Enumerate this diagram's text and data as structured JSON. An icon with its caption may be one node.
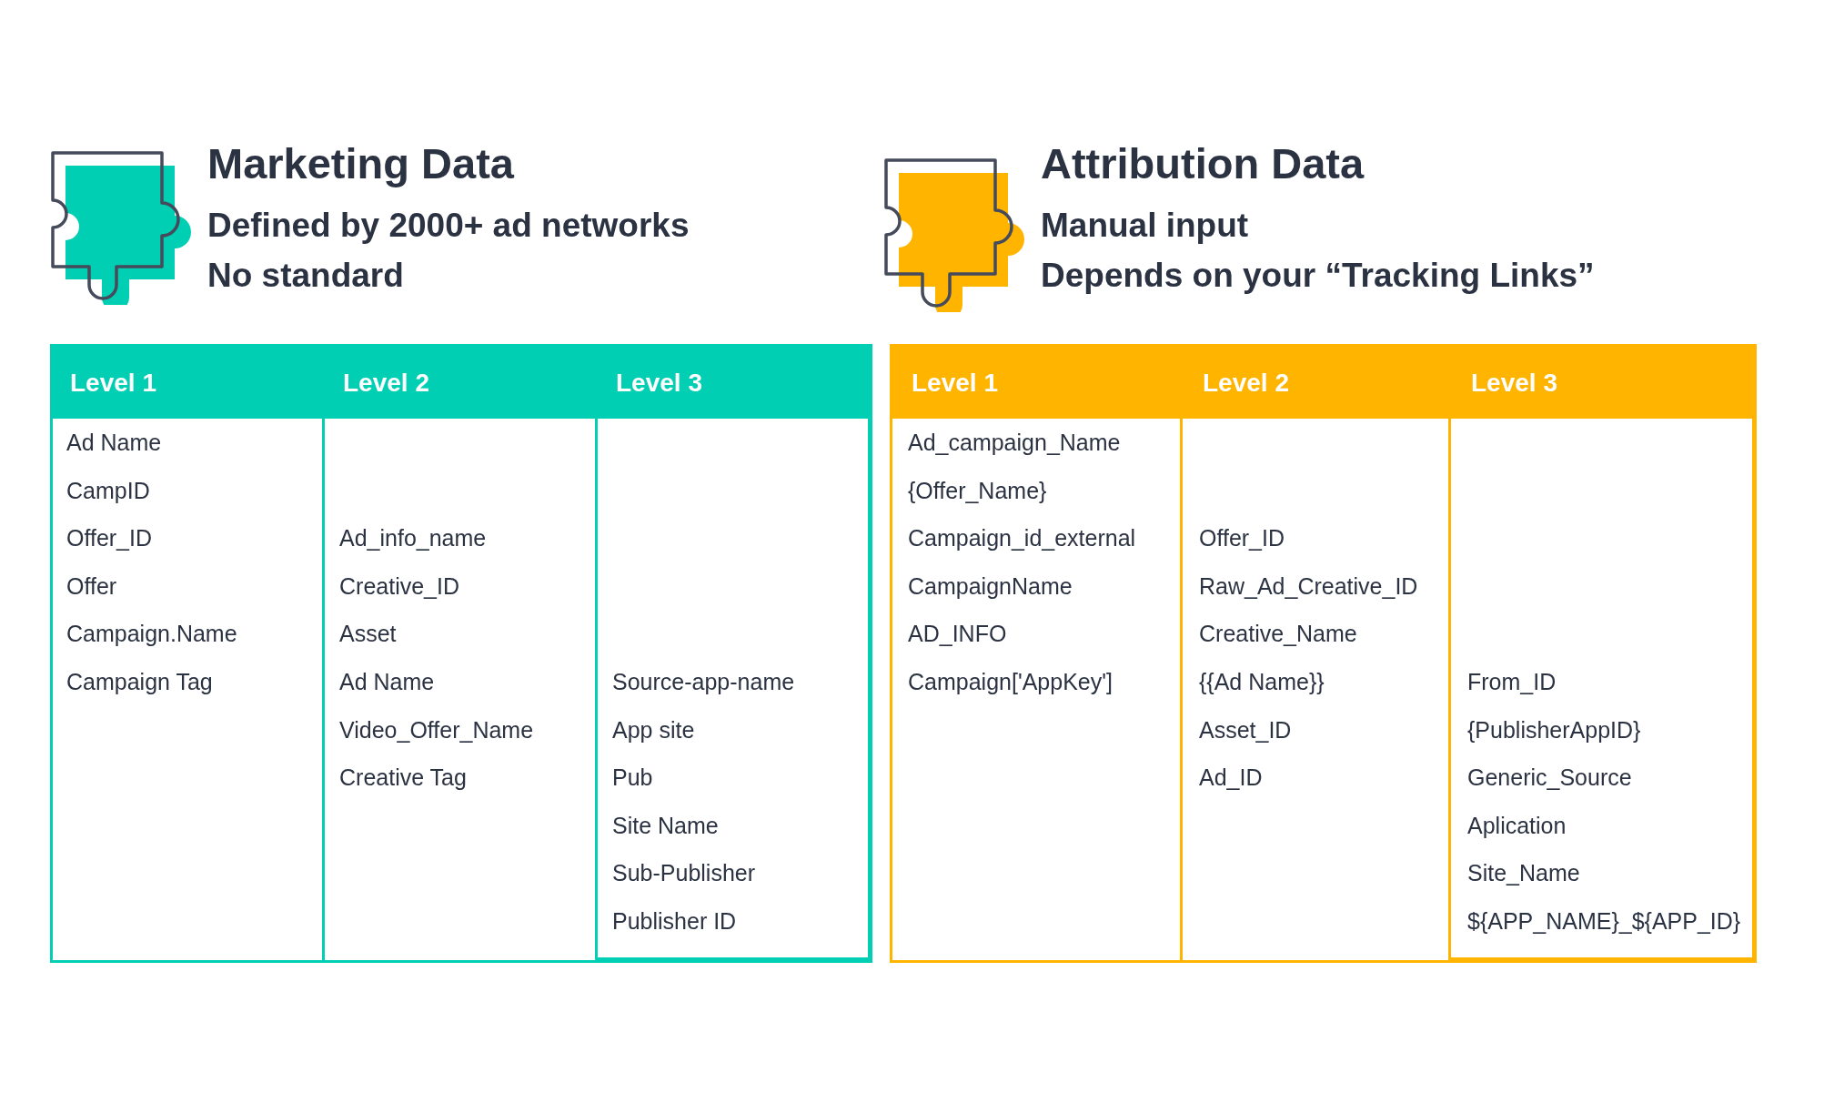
{
  "diagram": {
    "nodes": [
      {
        "text": [
          "Marketing Data",
          "Defined by 2000+ ad networks",
          "No standard"
        ]
      },
      {
        "text": [
          "Level 1",
          "Ad Name",
          "CampID",
          "Offer_ID",
          "Offer",
          "Campaign.Name",
          "Campaign Tag"
        ],
        "in": 0
      },
      {
        "text": [
          "Level 2",
          "Ad_info_name",
          "Creative_ID",
          "Asset",
          "Ad Name",
          "Video_Offer_Name",
          "Creative Tag"
        ],
        "in": 0
      },
      {
        "text": [
          "Level 3",
          "Source-app-name",
          "App site",
          "Pub",
          "Site Name",
          "Sub-Publisher",
          "Publisher ID"
        ],
        "in": 0
      },
      {
        "text": [
          "Attribution Data",
          "Manual input",
          "Depends on your “Tracking Links”"
        ]
      },
      {
        "text": [
          "Level 1",
          "Ad_campaign_Name",
          "{Offer_Name}",
          "Campaign_id_external",
          "CampaignName",
          "AD_INFO",
          "Campaign['AppKey']"
        ],
        "in": 4
      },
      {
        "text": [
          "Level 2",
          "Offer_ID",
          "Raw_Ad_Creative_ID",
          "Creative_Name",
          "{{Ad Name}}",
          "Asset_ID",
          "Ad_ID"
        ],
        "in": 4
      },
      {
        "text": [
          "Level 3",
          "From_ID",
          "{PublisherAppID}",
          "Generic_Source",
          "Aplication",
          "Site_Name",
          "${APP_NAME}_${APP_ID}"
        ],
        "in": 4
      }
    ]
  }
}
